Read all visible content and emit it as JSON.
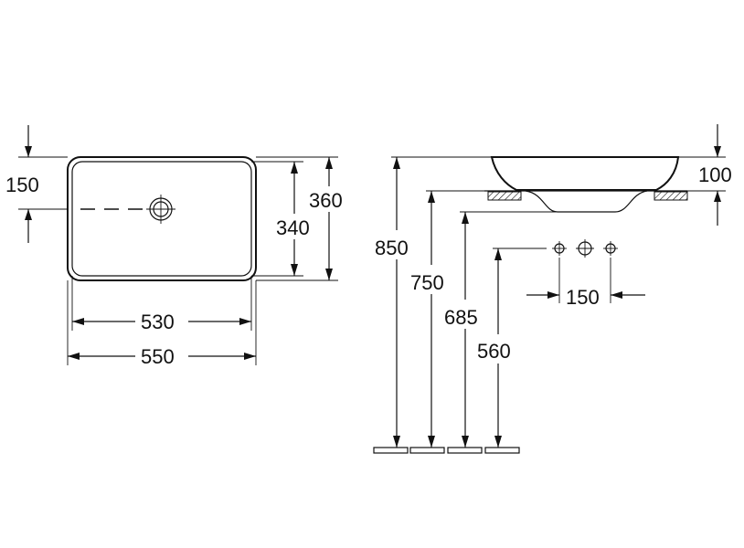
{
  "top_view": {
    "dim_depth_offset": "150",
    "dim_inner_width": "530",
    "dim_outer_width": "550",
    "dim_inner_depth": "340",
    "dim_outer_depth": "360"
  },
  "side_view": {
    "dim_rim_height": "850",
    "dim_bottom_height": "750",
    "dim_outlet_height": "685",
    "dim_tap_height": "560",
    "dim_bowl_height": "100",
    "dim_tap_spacing": "150"
  }
}
